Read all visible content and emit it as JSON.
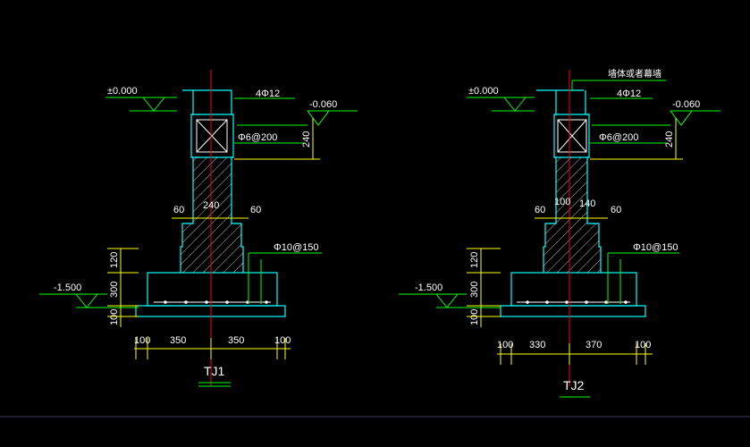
{
  "details": [
    {
      "id": "TJ1",
      "title": "TJ1",
      "elev_top": "±0.000",
      "elev_right": "-0.060",
      "elev_bottom": "-1.500",
      "top_bars": "4Φ12",
      "stirrups": "Φ6@200",
      "beam_height": "240",
      "wall_width": "240",
      "step_left": "60",
      "step_right": "60",
      "base_bars": "Φ10@150",
      "heights": [
        "120",
        "300",
        "100"
      ],
      "widths": [
        "100",
        "350",
        "350",
        "100"
      ]
    },
    {
      "id": "TJ2",
      "title": "TJ2",
      "note": "墙体或者幕墙",
      "elev_top": "±0.000",
      "elev_right": "-0.060",
      "elev_bottom": "-1.500",
      "top_bars": "4Φ12",
      "stirrups": "Φ6@200",
      "beam_height": "240",
      "wall_left": "100",
      "wall_right": "140",
      "step_left": "60",
      "step_right": "60",
      "base_bars": "Φ10@150",
      "heights": [
        "120",
        "300",
        "100"
      ],
      "widths": [
        "100",
        "330",
        "370",
        "100"
      ]
    }
  ],
  "colors": {
    "background": "#000000",
    "outline": "#00ffff",
    "dim_lines": "#ffff00",
    "axis": "#ff0000",
    "leader": "#00ff00",
    "text": "#ffffff",
    "hatch": "#ffffff"
  }
}
